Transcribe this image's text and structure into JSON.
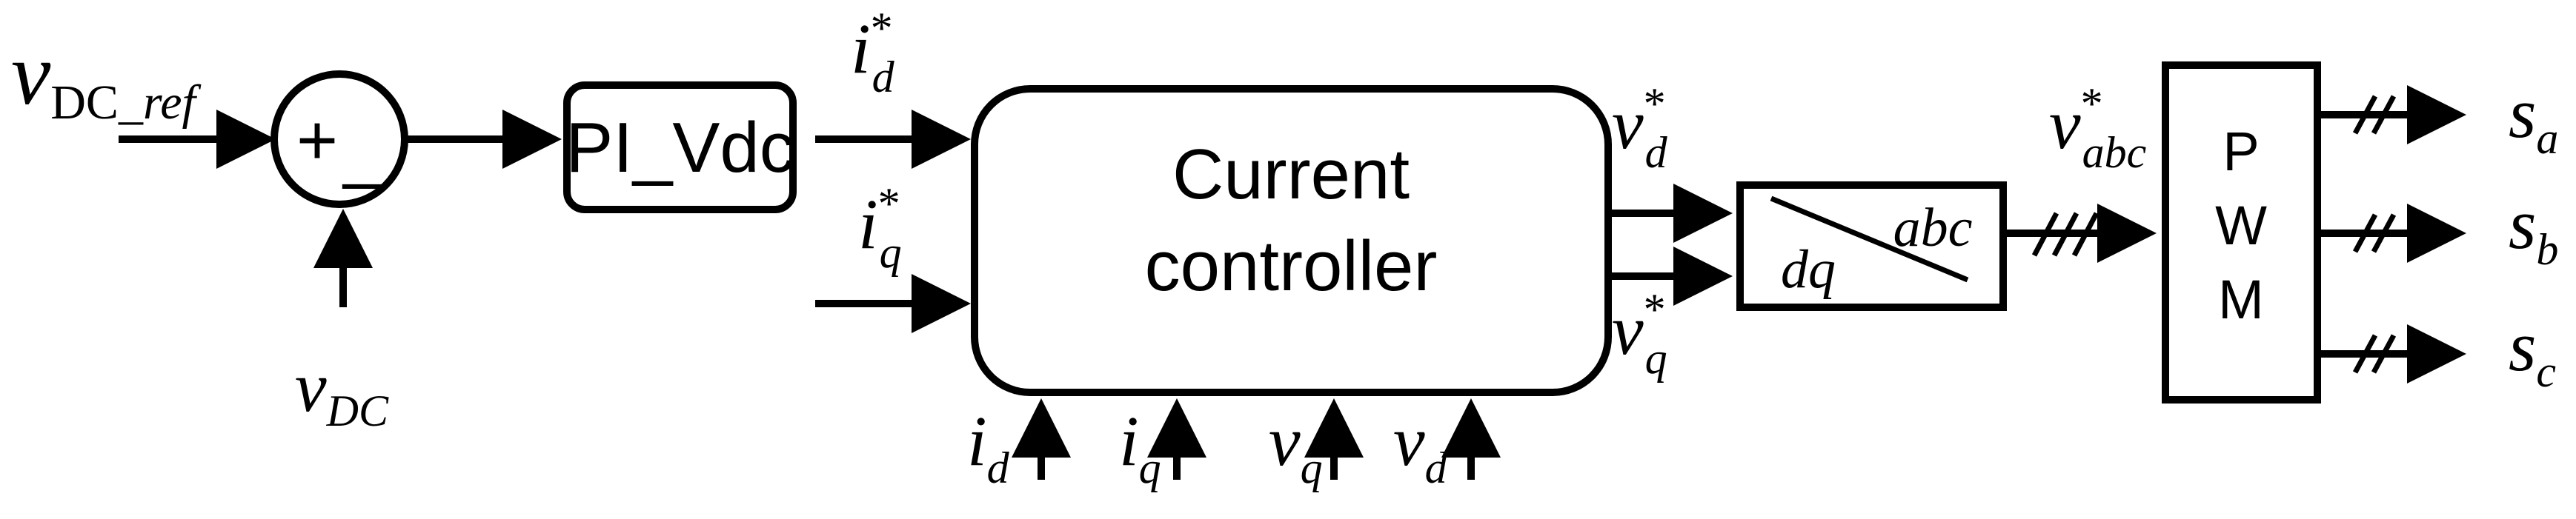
{
  "colors": {
    "ink": "#000000",
    "background": "#ffffff"
  },
  "reference": {
    "base": "v",
    "subscript_dc": "DC",
    "subscript_ref": "_ref"
  },
  "sum_junction": {
    "plus": "+",
    "minus": "_"
  },
  "feedback": {
    "base": "v",
    "subscript": "DC"
  },
  "pi_block": {
    "label": "PI_Vdc"
  },
  "id_ref": {
    "base": "i",
    "subscript": "d",
    "superscript": "*"
  },
  "iq_ref": {
    "base": "i",
    "subscript": "q",
    "superscript": "*"
  },
  "current_controller": {
    "line1": "Current",
    "line2": "controller"
  },
  "inputs": [
    {
      "base": "i",
      "subscript": "d"
    },
    {
      "base": "i",
      "subscript": "q"
    },
    {
      "base": "v",
      "subscript": "q"
    },
    {
      "base": "v",
      "subscript": "d"
    }
  ],
  "vd_ref": {
    "base": "v",
    "subscript": "d",
    "superscript": "*"
  },
  "vq_ref": {
    "base": "v",
    "subscript": "q",
    "superscript": "*"
  },
  "transform_block": {
    "from": "dq",
    "to": "abc"
  },
  "vabc_ref": {
    "base": "v",
    "subscript": "abc",
    "superscript": "*"
  },
  "pwm_block": {
    "letters": [
      "P",
      "W",
      "M"
    ]
  },
  "outputs": [
    {
      "base": "s",
      "subscript": "a"
    },
    {
      "base": "s",
      "subscript": "b"
    },
    {
      "base": "s",
      "subscript": "c"
    }
  ]
}
